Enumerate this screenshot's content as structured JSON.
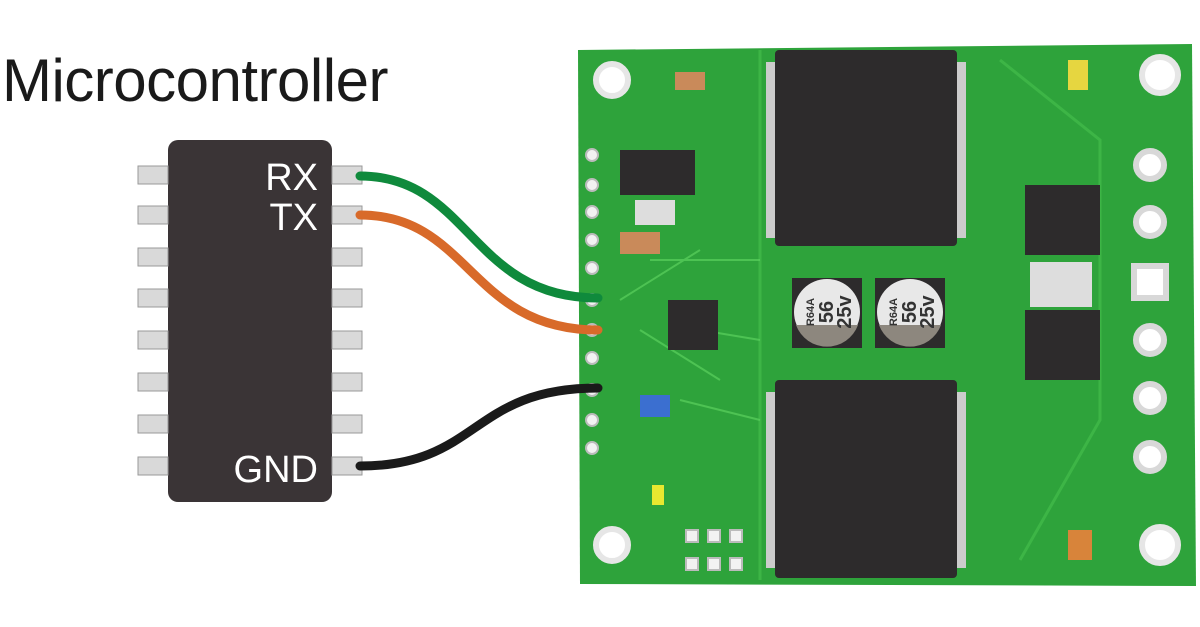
{
  "title": "Microcontroller",
  "pins": {
    "rx": "RX",
    "tx": "TX",
    "gnd": "GND"
  },
  "capacitors": [
    {
      "line1": "56",
      "line2": "25v",
      "code": "R64A"
    },
    {
      "line1": "56",
      "line2": "25v",
      "code": "R64A"
    }
  ],
  "colors": {
    "rx_wire": "#0f8a3c",
    "tx_wire": "#d86a2a",
    "gnd_wire": "#1a1a1a",
    "board": "#2ea33b",
    "chip": "#3a3436"
  }
}
